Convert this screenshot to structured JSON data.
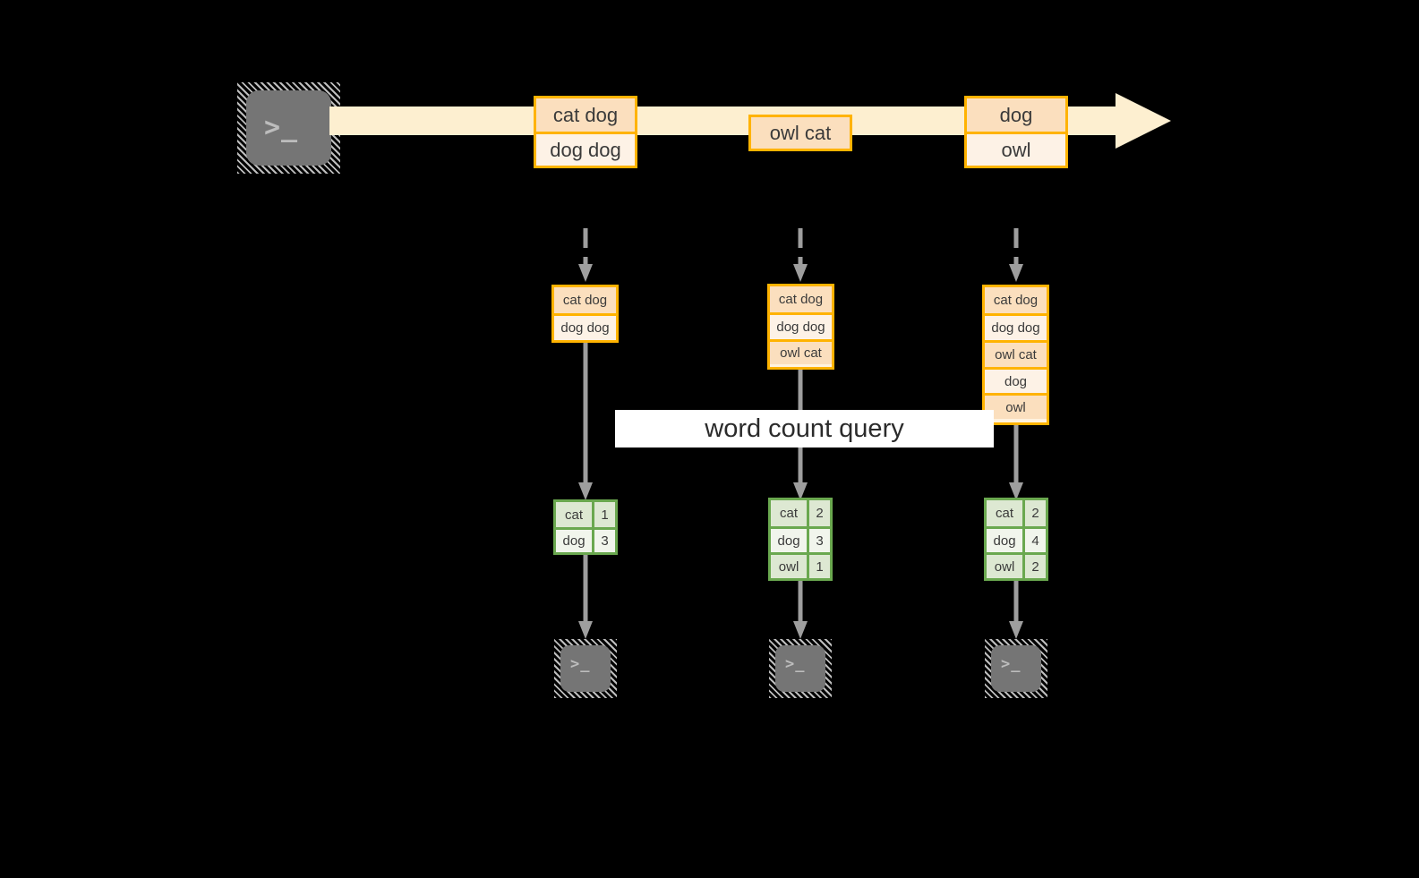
{
  "diagram": {
    "title_label": "word count query",
    "colors": {
      "stream_arrow_fill": "#FDEFD0",
      "event_box_border": "#FFB300",
      "event_box_fill_dark": "#FBDFBE",
      "event_box_fill_light": "#FDF2E6",
      "result_border": "#6AA84F",
      "result_fill_dark": "#DDE8D2",
      "result_fill_light": "#F1F5EC",
      "connector": "#9E9E9E",
      "terminal_body": "#757575",
      "terminal_glyph": "#BDBDBD",
      "background": "#000000",
      "label_fill": "#FFFFFF"
    },
    "source_icon": {
      "name": "terminal-icon",
      "glyph": ">_"
    },
    "stream": {
      "groups": [
        {
          "id": "group-1",
          "lines": [
            "cat dog",
            "dog dog"
          ]
        },
        {
          "id": "group-2",
          "lines": [
            "owl cat"
          ]
        },
        {
          "id": "group-3",
          "lines": [
            "dog",
            "owl"
          ]
        }
      ]
    },
    "snapshots": [
      {
        "id": "snapshot-1",
        "lines": [
          "cat dog",
          "dog dog"
        ]
      },
      {
        "id": "snapshot-2",
        "lines": [
          "cat dog",
          "dog dog",
          "owl cat"
        ]
      },
      {
        "id": "snapshot-3",
        "lines": [
          "cat dog",
          "dog dog",
          "owl cat",
          "dog",
          "owl"
        ]
      }
    ],
    "results": [
      {
        "id": "result-1",
        "rows": [
          {
            "word": "cat",
            "count": "1"
          },
          {
            "word": "dog",
            "count": "3"
          }
        ]
      },
      {
        "id": "result-2",
        "rows": [
          {
            "word": "cat",
            "count": "2"
          },
          {
            "word": "dog",
            "count": "3"
          },
          {
            "word": "owl",
            "count": "1"
          }
        ]
      },
      {
        "id": "result-3",
        "rows": [
          {
            "word": "cat",
            "count": "2"
          },
          {
            "word": "dog",
            "count": "4"
          },
          {
            "word": "owl",
            "count": "2"
          }
        ]
      }
    ],
    "sink_icons": [
      {
        "name": "terminal-icon",
        "glyph": ">_"
      },
      {
        "name": "terminal-icon",
        "glyph": ">_"
      },
      {
        "name": "terminal-icon",
        "glyph": ">_"
      }
    ]
  }
}
